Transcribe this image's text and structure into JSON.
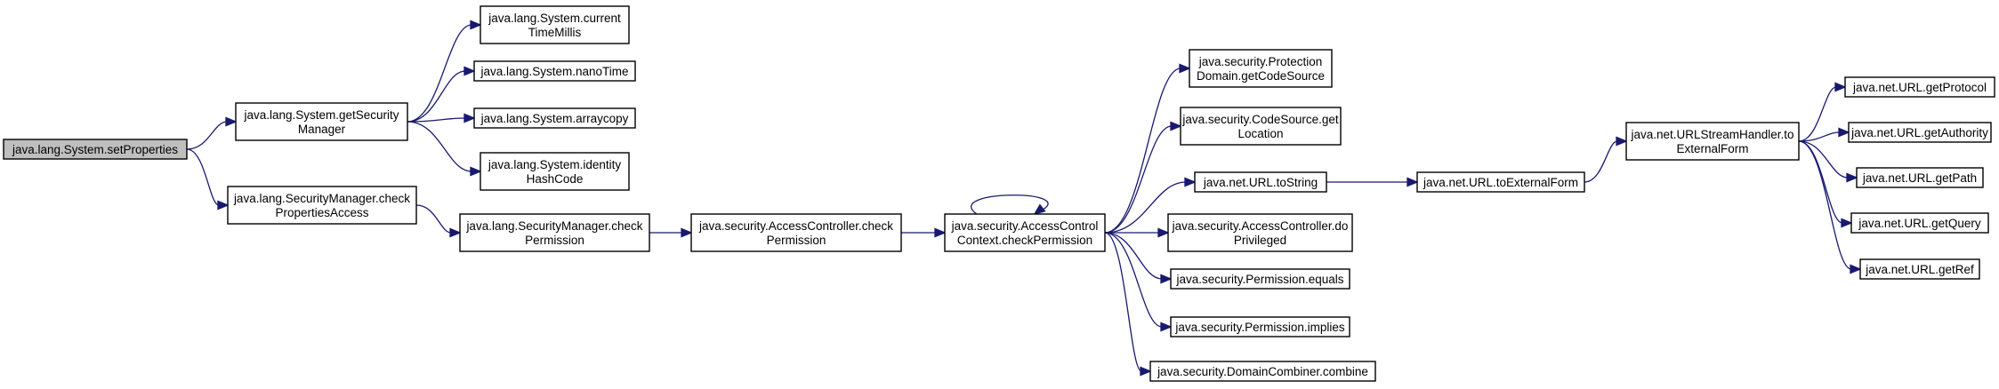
{
  "graph": {
    "edge_color": "#191970",
    "root_fill": "#bfbfbf",
    "nodes": [
      {
        "id": "n_setProperties",
        "lines": [
          "java.lang.System.setProperties"
        ],
        "root": true
      },
      {
        "id": "n_getSecurityManager",
        "lines": [
          "java.lang.System.getSecurity",
          "Manager"
        ]
      },
      {
        "id": "n_checkPropertiesAccess",
        "lines": [
          "java.lang.SecurityManager.check",
          "PropertiesAccess"
        ]
      },
      {
        "id": "n_currentTimeMillis",
        "lines": [
          "java.lang.System.current",
          "TimeMillis"
        ]
      },
      {
        "id": "n_nanoTime",
        "lines": [
          "java.lang.System.nanoTime"
        ]
      },
      {
        "id": "n_arraycopy",
        "lines": [
          "java.lang.System.arraycopy"
        ]
      },
      {
        "id": "n_identityHashCode",
        "lines": [
          "java.lang.System.identity",
          "HashCode"
        ]
      },
      {
        "id": "n_smCheckPermission",
        "lines": [
          "java.lang.SecurityManager.check",
          "Permission"
        ]
      },
      {
        "id": "n_acCheckPermission",
        "lines": [
          "java.security.AccessController.check",
          "Permission"
        ]
      },
      {
        "id": "n_accCheckPermission",
        "lines": [
          "java.security.AccessControl",
          "Context.checkPermission"
        ]
      },
      {
        "id": "n_getCodeSource",
        "lines": [
          "java.security.Protection",
          "Domain.getCodeSource"
        ]
      },
      {
        "id": "n_getLocation",
        "lines": [
          "java.security.CodeSource.get",
          "Location"
        ]
      },
      {
        "id": "n_urlToString",
        "lines": [
          "java.net.URL.toString"
        ]
      },
      {
        "id": "n_doPrivileged",
        "lines": [
          "java.security.AccessController.do",
          "Privileged"
        ]
      },
      {
        "id": "n_permEquals",
        "lines": [
          "java.security.Permission.equals"
        ]
      },
      {
        "id": "n_permImplies",
        "lines": [
          "java.security.Permission.implies"
        ]
      },
      {
        "id": "n_combine",
        "lines": [
          "java.security.DomainCombiner.combine"
        ]
      },
      {
        "id": "n_toExternalForm",
        "lines": [
          "java.net.URL.toExternalForm"
        ]
      },
      {
        "id": "n_ushToExternalForm",
        "lines": [
          "java.net.URLStreamHandler.to",
          "ExternalForm"
        ]
      },
      {
        "id": "n_getProtocol",
        "lines": [
          "java.net.URL.getProtocol"
        ]
      },
      {
        "id": "n_getAuthority",
        "lines": [
          "java.net.URL.getAuthority"
        ]
      },
      {
        "id": "n_getPath",
        "lines": [
          "java.net.URL.getPath"
        ]
      },
      {
        "id": "n_getQuery",
        "lines": [
          "java.net.URL.getQuery"
        ]
      },
      {
        "id": "n_getRef",
        "lines": [
          "java.net.URL.getRef"
        ]
      }
    ],
    "edges": [
      {
        "from": "n_setProperties",
        "to": "n_getSecurityManager"
      },
      {
        "from": "n_setProperties",
        "to": "n_checkPropertiesAccess"
      },
      {
        "from": "n_getSecurityManager",
        "to": "n_currentTimeMillis"
      },
      {
        "from": "n_getSecurityManager",
        "to": "n_nanoTime"
      },
      {
        "from": "n_getSecurityManager",
        "to": "n_arraycopy"
      },
      {
        "from": "n_getSecurityManager",
        "to": "n_identityHashCode"
      },
      {
        "from": "n_checkPropertiesAccess",
        "to": "n_smCheckPermission"
      },
      {
        "from": "n_smCheckPermission",
        "to": "n_acCheckPermission"
      },
      {
        "from": "n_acCheckPermission",
        "to": "n_accCheckPermission"
      },
      {
        "from": "n_accCheckPermission",
        "to": "n_accCheckPermission"
      },
      {
        "from": "n_accCheckPermission",
        "to": "n_getCodeSource"
      },
      {
        "from": "n_accCheckPermission",
        "to": "n_getLocation"
      },
      {
        "from": "n_accCheckPermission",
        "to": "n_urlToString"
      },
      {
        "from": "n_accCheckPermission",
        "to": "n_doPrivileged"
      },
      {
        "from": "n_accCheckPermission",
        "to": "n_permEquals"
      },
      {
        "from": "n_accCheckPermission",
        "to": "n_permImplies"
      },
      {
        "from": "n_accCheckPermission",
        "to": "n_combine"
      },
      {
        "from": "n_urlToString",
        "to": "n_toExternalForm"
      },
      {
        "from": "n_toExternalForm",
        "to": "n_ushToExternalForm"
      },
      {
        "from": "n_ushToExternalForm",
        "to": "n_getProtocol"
      },
      {
        "from": "n_ushToExternalForm",
        "to": "n_getAuthority"
      },
      {
        "from": "n_ushToExternalForm",
        "to": "n_getPath"
      },
      {
        "from": "n_ushToExternalForm",
        "to": "n_getQuery"
      },
      {
        "from": "n_ushToExternalForm",
        "to": "n_getRef"
      }
    ]
  }
}
